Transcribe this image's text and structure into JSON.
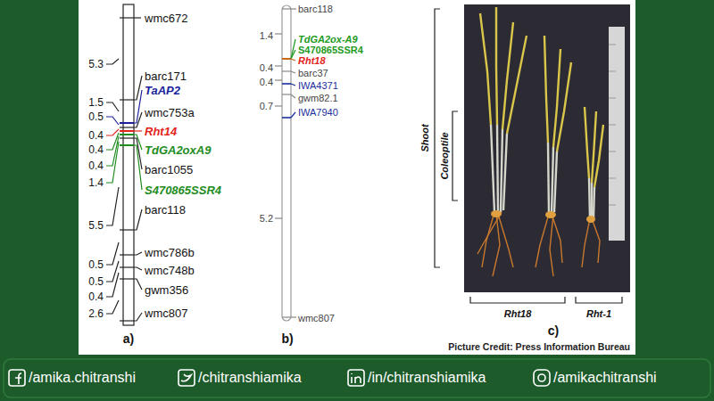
{
  "diagram": {
    "labels": [
      "wmc672",
      "5.3",
      "barc171",
      "1.5",
      "TaAP2",
      "0.5",
      "wmc753a",
      "0.4",
      "Rht14",
      "0.4",
      "TdGA2oxA9",
      "0.4",
      "barc1055",
      "1.4",
      "S470865SSR4",
      "barc118",
      "5.5",
      "wmc786b",
      "0.5",
      "wmc748b",
      "0.5",
      "gwm356",
      "0.4",
      "2.6",
      "wmc807",
      "a)",
      "barc118",
      "1.4",
      "TdGA2ox-A9",
      "S470865SSR4",
      "0.4",
      "Rht18",
      "barc37",
      "0.4",
      "IWA4371",
      "gwm82.1",
      "0.7",
      "IWA7940",
      "5.2",
      "wmc807",
      "b)",
      "Shoot",
      "Coleoptile",
      "Rht18",
      "Rht-1",
      "c)",
      "Picture Credit: Press Information Bureau",
      "/amika.chitranshi",
      "/chitranshiamika",
      "/in/chitranshiamika",
      "/amikachitranshi"
    ]
  }
}
